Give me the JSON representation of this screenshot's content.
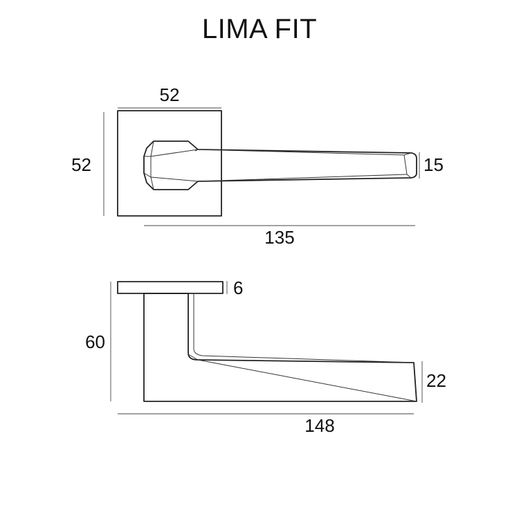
{
  "title": "LIMA FIT",
  "top_view": {
    "rose_width": "52",
    "rose_height": "52",
    "grip_height": "15",
    "total_length": "135"
  },
  "side_view": {
    "rose_thickness": "6",
    "total_height": "60",
    "grip_end_height": "22",
    "total_length": "148"
  }
}
